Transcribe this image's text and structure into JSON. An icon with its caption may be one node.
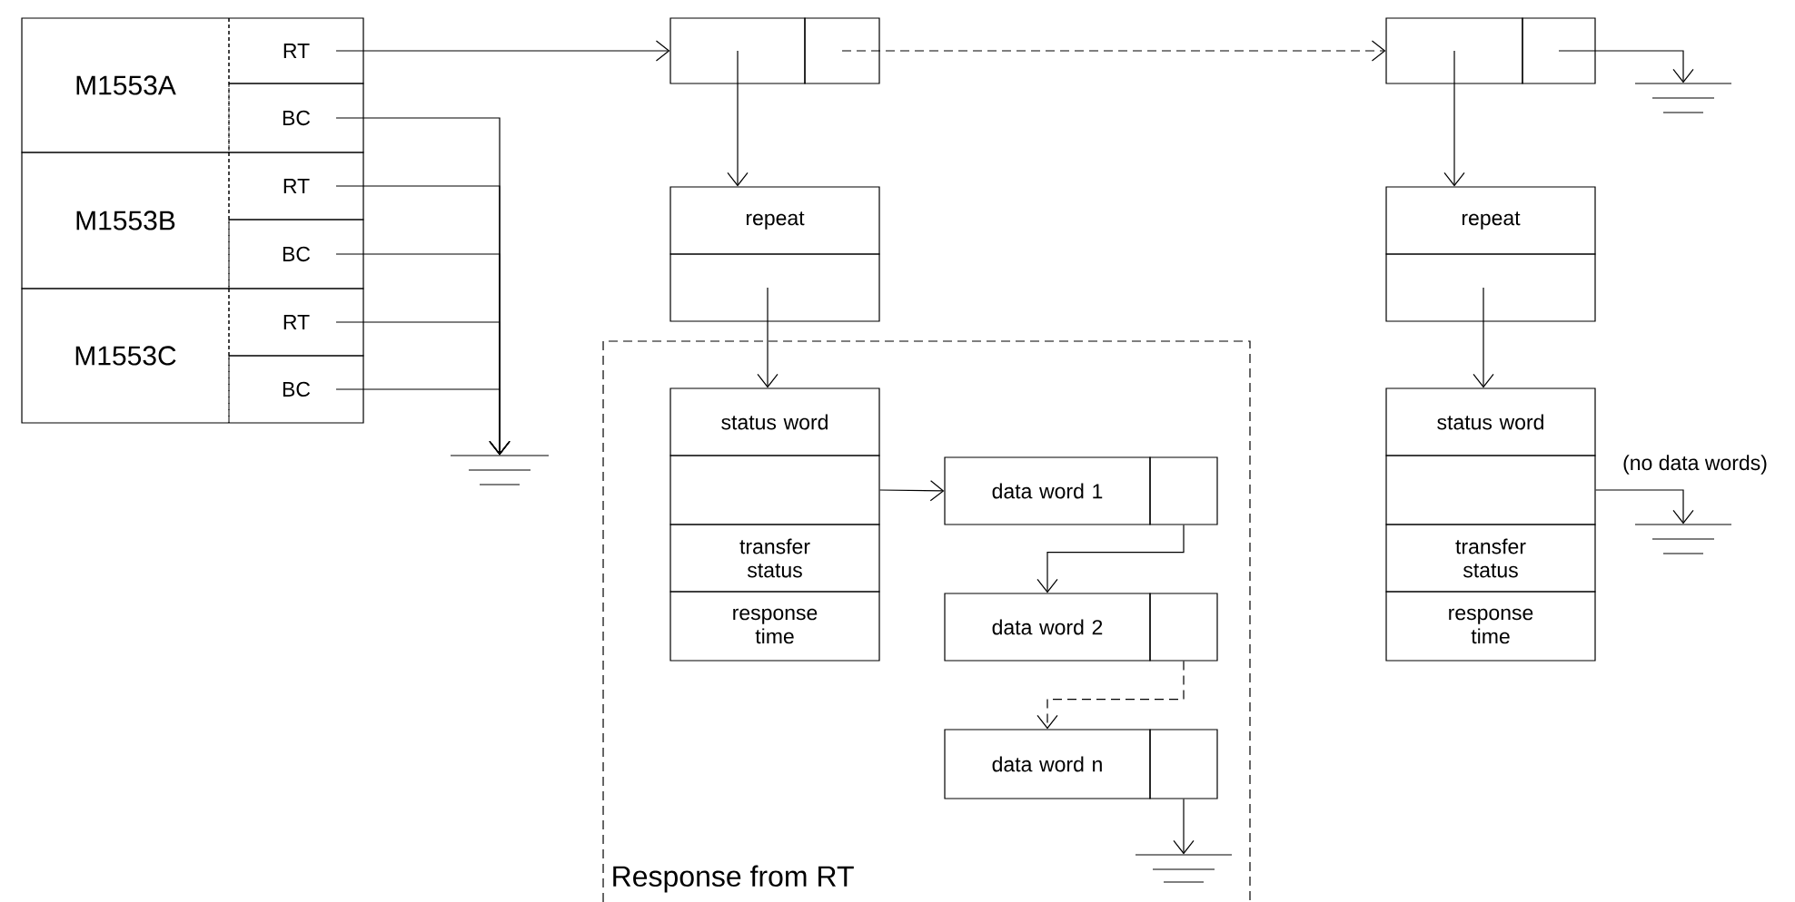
{
  "diagram": {
    "nodes": [
      {
        "text": [
          "M1553A"
        ]
      },
      {
        "text": [
          "RT"
        ]
      },
      {
        "text": [
          "BC"
        ]
      },
      {
        "text": [
          "M1553B"
        ]
      },
      {
        "text": [
          "RT"
        ]
      },
      {
        "text": [
          "BC"
        ]
      },
      {
        "text": [
          "M1553C"
        ]
      },
      {
        "text": [
          "RT"
        ]
      },
      {
        "text": [
          "BC"
        ]
      },
      {
        "text": [],
        "shape": "ground"
      },
      {
        "text": [],
        "shape": "box"
      },
      {
        "text": [],
        "shape": "box"
      },
      {
        "text": [],
        "shape": "box"
      },
      {
        "text": [],
        "shape": "box"
      },
      {
        "text": [],
        "shape": "ground"
      },
      {
        "text": [
          "repeat"
        ]
      },
      {
        "text": [],
        "shape": "box"
      },
      {
        "text": [
          "repeat"
        ]
      },
      {
        "text": [],
        "shape": "box"
      },
      {
        "text": [
          "Response from RT"
        ]
      },
      {
        "text": [
          "status word"
        ],
        "in": 19
      },
      {
        "text": [],
        "shape": "box",
        "in": 19
      },
      {
        "text": [
          "transfer status"
        ],
        "in": 19
      },
      {
        "text": [
          "response time"
        ],
        "in": 19
      },
      {
        "text": [
          "data word 1"
        ],
        "in": 19
      },
      {
        "text": [],
        "shape": "box",
        "in": 19
      },
      {
        "text": [
          "data word 2"
        ],
        "in": 19
      },
      {
        "text": [],
        "shape": "box",
        "in": 19
      },
      {
        "text": [
          "data word n"
        ],
        "in": 19
      },
      {
        "text": [],
        "shape": "box",
        "in": 19
      },
      {
        "text": [],
        "shape": "ground",
        "in": 19
      },
      {
        "text": [
          "status word"
        ]
      },
      {
        "text": [],
        "shape": "box"
      },
      {
        "text": [
          "transfer status"
        ]
      },
      {
        "text": [
          "response time"
        ]
      },
      {
        "text": [],
        "shape": "ground"
      }
    ],
    "edges": [
      {
        "from": 1,
        "to": 10,
        "arrow": "to"
      },
      {
        "from": 2,
        "to": 9,
        "arrow": "to"
      },
      {
        "from": 4,
        "to": 9,
        "arrow": "to"
      },
      {
        "from": 5,
        "to": 9,
        "arrow": "to"
      },
      {
        "from": 7,
        "to": 9,
        "arrow": "to"
      },
      {
        "from": 8,
        "to": 9,
        "arrow": "to"
      },
      {
        "from": 10,
        "to": 15,
        "arrow": "to"
      },
      {
        "from": 11,
        "to": 12,
        "arrow": "to",
        "style": "dashed"
      },
      {
        "from": 13,
        "to": 14,
        "arrow": "to"
      },
      {
        "from": 12,
        "to": 17,
        "arrow": "to"
      },
      {
        "from": 16,
        "to": 20,
        "arrow": "to"
      },
      {
        "from": 18,
        "to": 31,
        "arrow": "to"
      },
      {
        "from": 21,
        "to": 24,
        "arrow": "to"
      },
      {
        "from": 25,
        "to": 26,
        "arrow": "to"
      },
      {
        "from": 27,
        "to": 28,
        "arrow": "to",
        "style": "dashed"
      },
      {
        "from": 29,
        "to": 30,
        "arrow": "to"
      },
      {
        "from": 32,
        "to": 35,
        "arrow": "to",
        "label": "(no data words)"
      }
    ]
  }
}
